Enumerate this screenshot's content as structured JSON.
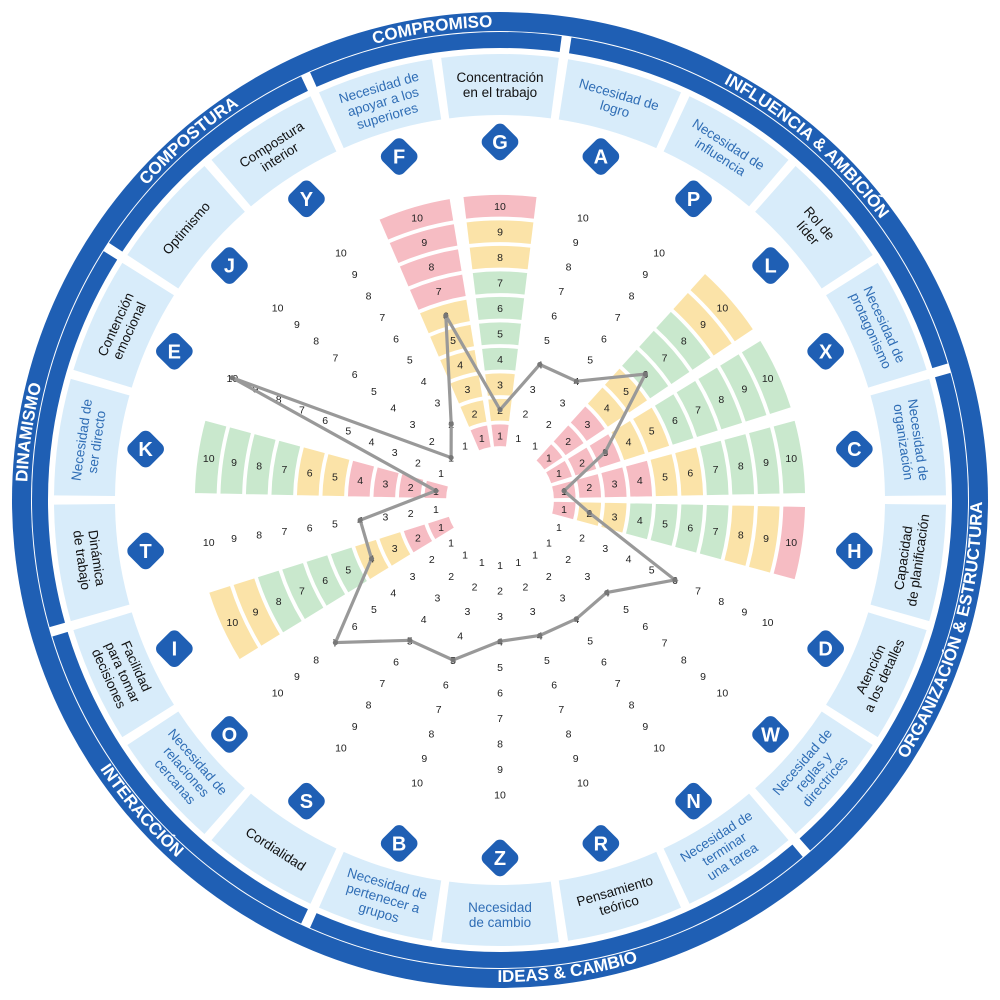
{
  "colors": {
    "ring": "#1f5fb4",
    "band": "#d8ecfa",
    "accent_text": "#2f6db5",
    "plain_text": "#111111",
    "red": "#f6bcc3",
    "yellow": "#fbe3a8",
    "green": "#c9e8cd",
    "line": "#999999"
  },
  "groups": [
    {
      "label": "COMPROMISO"
    },
    {
      "label": "INFLUENCIA & AMBICIÓN"
    },
    {
      "label": "ORGANIZACIÓN & ESTRUCTURA"
    },
    {
      "label": "IDEAS & CAMBIO"
    },
    {
      "label": "INTERACCIÓN"
    },
    {
      "label": "DINAMISMO"
    },
    {
      "label": "COMPOSTURA"
    }
  ],
  "dimensions": [
    {
      "letter": "G",
      "lines": [
        "Concentración",
        "en el trabajo"
      ],
      "accent": false
    },
    {
      "letter": "A",
      "lines": [
        "Necesidad de",
        "logro"
      ],
      "accent": true
    },
    {
      "letter": "P",
      "lines": [
        "Necesidad de",
        "influencia"
      ],
      "accent": true
    },
    {
      "letter": "L",
      "lines": [
        "Rol de",
        "líder"
      ],
      "accent": false
    },
    {
      "letter": "X",
      "lines": [
        "Necesidad de",
        "protagonismo"
      ],
      "accent": true
    },
    {
      "letter": "C",
      "lines": [
        "Necesidad de",
        "organización"
      ],
      "accent": true
    },
    {
      "letter": "H",
      "lines": [
        "Capacidad",
        "de planificación"
      ],
      "accent": false
    },
    {
      "letter": "D",
      "lines": [
        "Atención",
        "a los detalles"
      ],
      "accent": false
    },
    {
      "letter": "W",
      "lines": [
        "Necesidad de",
        "reglas y",
        "directrices"
      ],
      "accent": true
    },
    {
      "letter": "N",
      "lines": [
        "Necesidad de",
        "terminar",
        "una tarea"
      ],
      "accent": true
    },
    {
      "letter": "R",
      "lines": [
        "Pensamiento",
        "teórico"
      ],
      "accent": false
    },
    {
      "letter": "Z",
      "lines": [
        "Necesidad",
        "de cambio"
      ],
      "accent": true
    },
    {
      "letter": "B",
      "lines": [
        "Necesidad de",
        "pertenecer a",
        "grupos"
      ],
      "accent": true
    },
    {
      "letter": "S",
      "lines": [
        "Cordialidad"
      ],
      "accent": false
    },
    {
      "letter": "O",
      "lines": [
        "Necesidad de",
        "relaciones",
        "cercanas"
      ],
      "accent": true
    },
    {
      "letter": "I",
      "lines": [
        "Facilidad",
        "para tomar",
        "decisiones"
      ],
      "accent": false
    },
    {
      "letter": "T",
      "lines": [
        "Dinámica",
        "de trabajo"
      ],
      "accent": false
    },
    {
      "letter": "K",
      "lines": [
        "Necesidad de",
        "ser directo"
      ],
      "accent": true
    },
    {
      "letter": "E",
      "lines": [
        "Contención",
        "emocional"
      ],
      "accent": false
    },
    {
      "letter": "J",
      "lines": [
        "Optimismo"
      ],
      "accent": false
    },
    {
      "letter": "Y",
      "lines": [
        "Compostura",
        "interior"
      ],
      "accent": false
    },
    {
      "letter": "F",
      "lines": [
        "Necesidad de",
        "apoyar a los",
        "superiores"
      ],
      "accent": true
    }
  ],
  "chart_data": {
    "type": "radar",
    "scale": [
      1,
      2,
      3,
      4,
      5,
      6,
      7,
      8,
      9,
      10
    ],
    "series": [
      {
        "values": [
          2,
          4,
          4,
          6,
          3,
          1,
          2,
          6,
          4,
          4,
          4,
          4,
          5,
          5,
          7,
          4,
          4,
          1,
          10,
          1,
          2,
          6
        ]
      }
    ],
    "bands": [
      {
        "letter": "G",
        "segments": [
          "r",
          "y",
          "y",
          "g",
          "g",
          "g",
          "g",
          "y",
          "y",
          "r"
        ]
      },
      {
        "letter": "L",
        "segments": [
          "r",
          "r",
          "r",
          "y",
          "y",
          "g",
          "g",
          "g",
          "y",
          "y"
        ]
      },
      {
        "letter": "X",
        "segments": [
          "r",
          "r",
          "r",
          "y",
          "y",
          "g",
          "g",
          "g",
          "g",
          "g"
        ]
      },
      {
        "letter": "C",
        "segments": [
          "r",
          "r",
          "r",
          "r",
          "y",
          "y",
          "g",
          "g",
          "g",
          "g"
        ]
      },
      {
        "letter": "H",
        "segments": [
          "r",
          "y",
          "y",
          "g",
          "g",
          "g",
          "g",
          "y",
          "y",
          "r"
        ]
      },
      {
        "letter": "K",
        "segments": [
          "r",
          "r",
          "r",
          "r",
          "y",
          "y",
          "g",
          "g",
          "g",
          "g"
        ]
      },
      {
        "letter": "I",
        "segments": [
          "r",
          "r",
          "y",
          "y",
          "g",
          "g",
          "g",
          "g",
          "y",
          "y"
        ]
      },
      {
        "letter": "F",
        "segments": [
          "r",
          "y",
          "y",
          "y",
          "y",
          "y",
          "r",
          "r",
          "r",
          "r"
        ]
      }
    ]
  }
}
